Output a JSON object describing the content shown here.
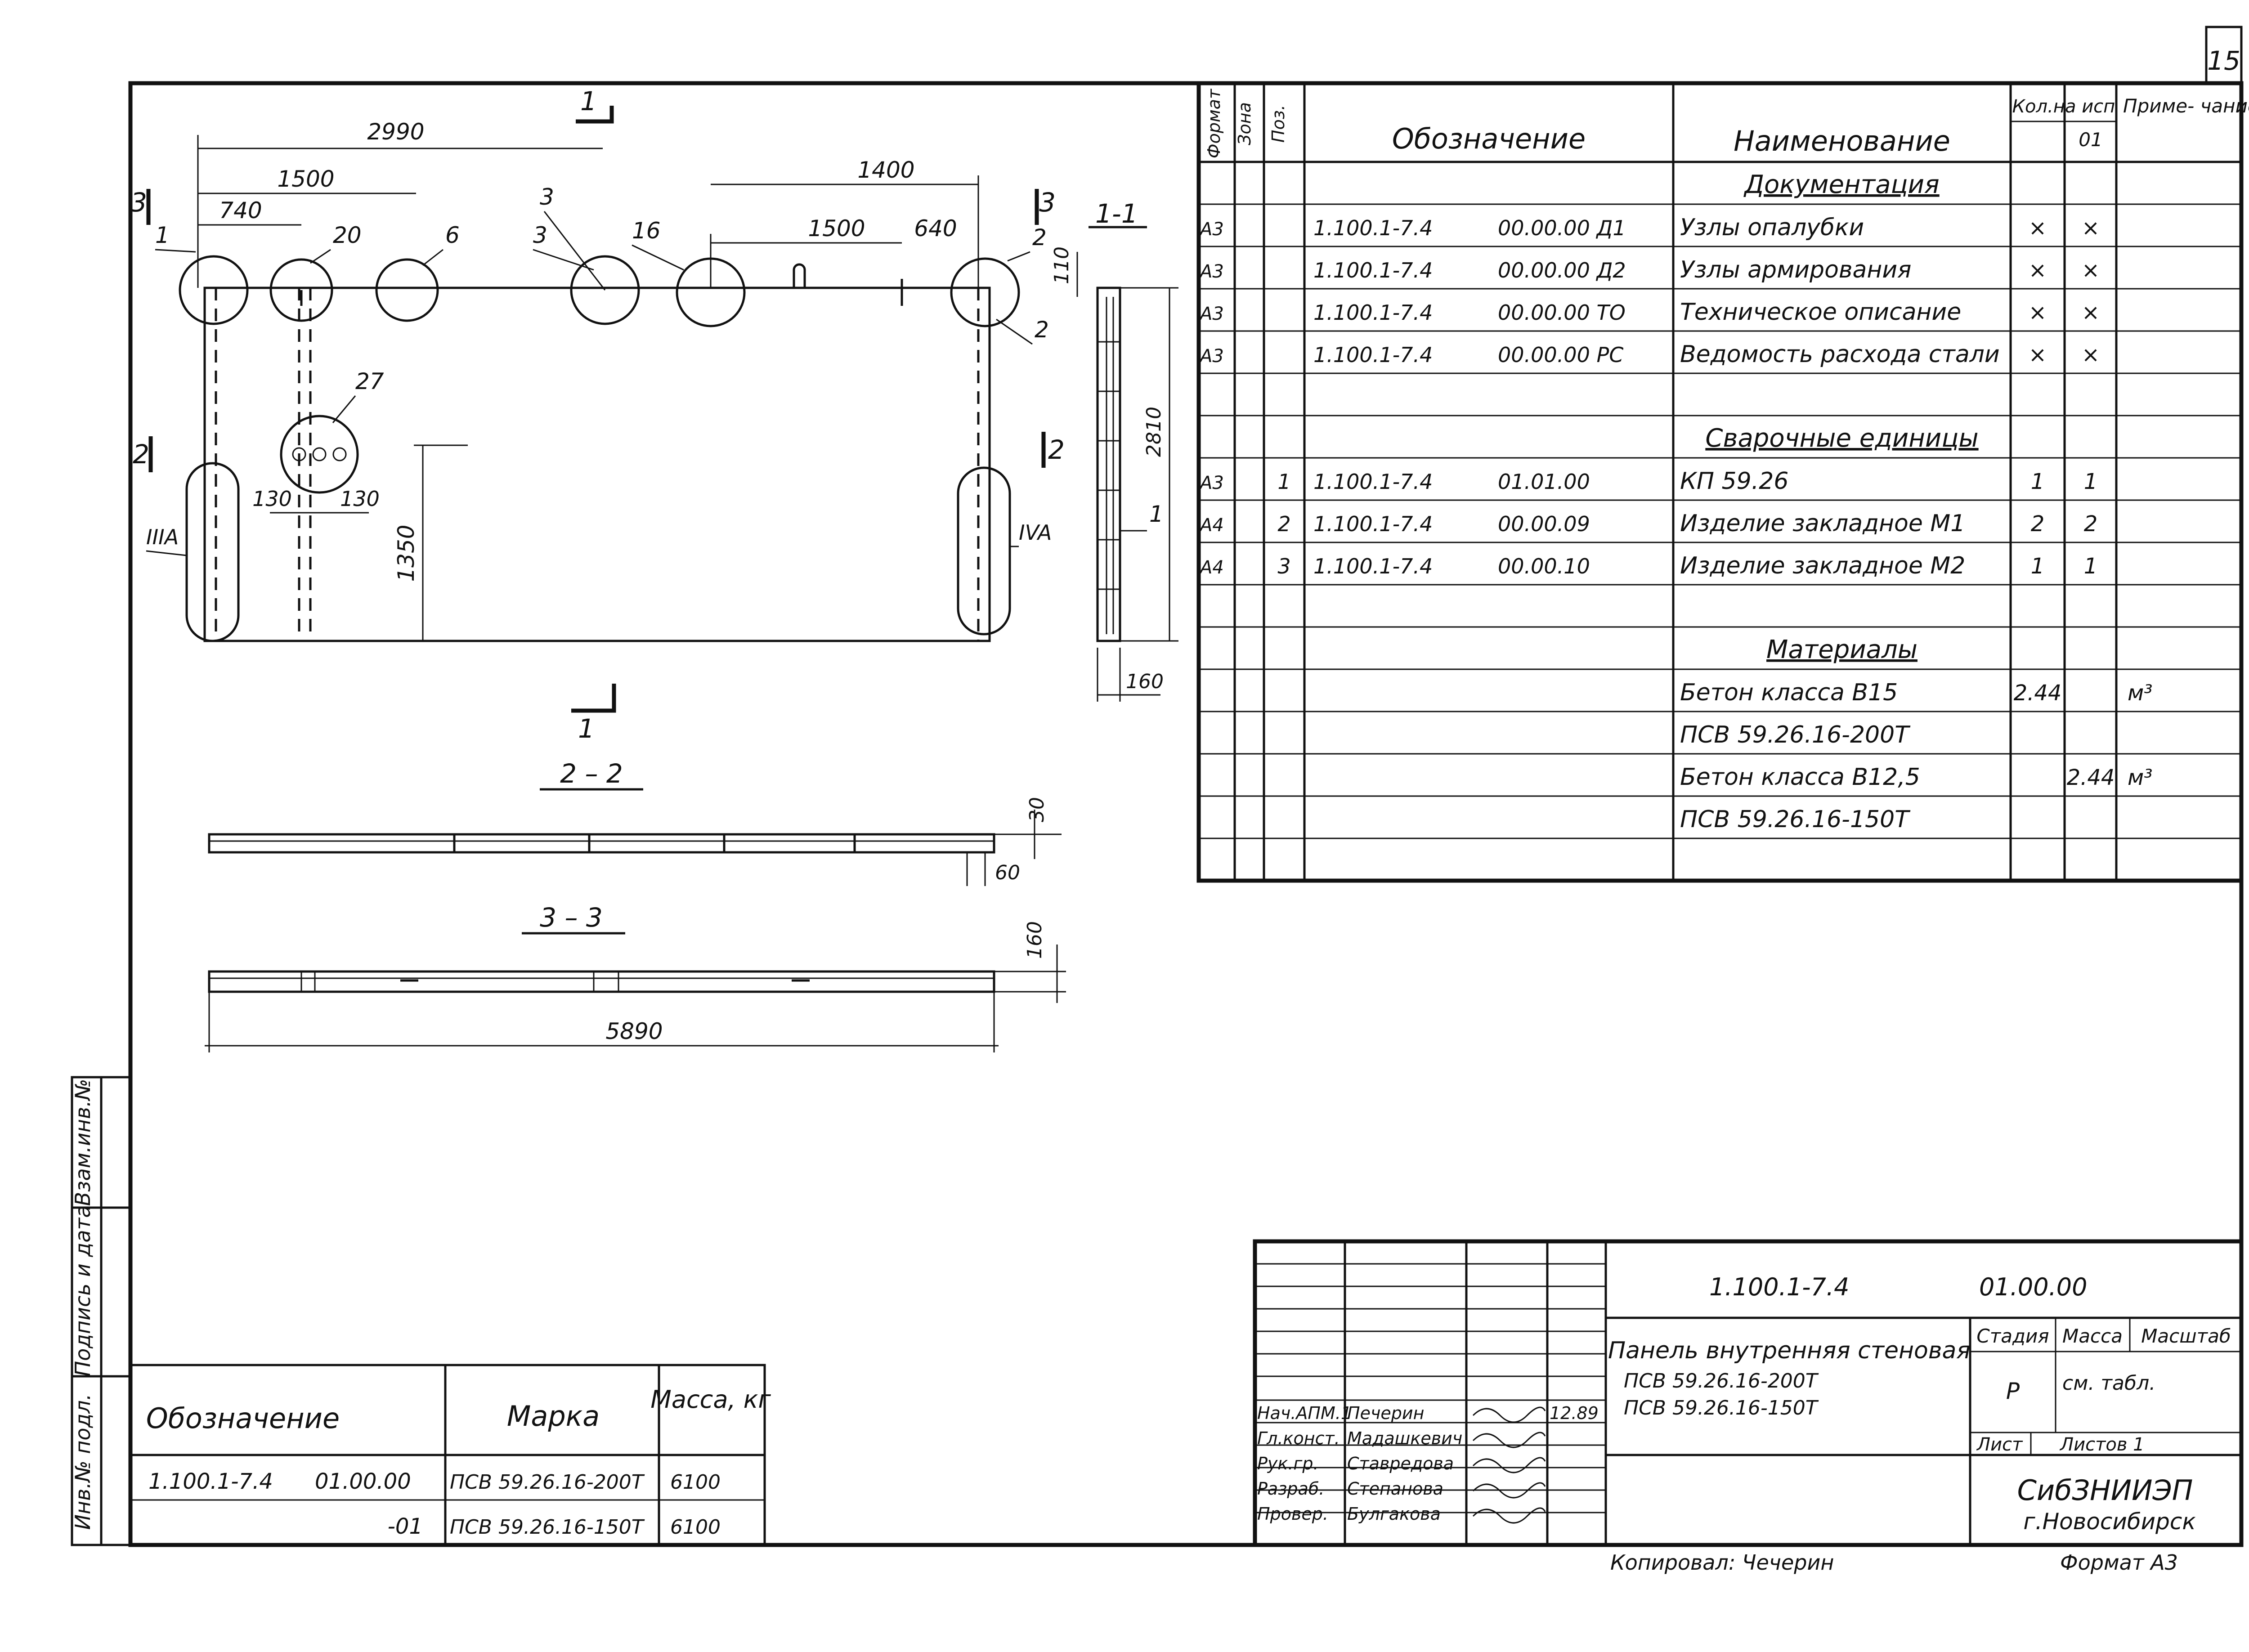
{
  "sheet_number": "15",
  "drawing": {
    "section_marks": {
      "s1_top": "1",
      "s1_bottom": "1",
      "s3_left": "3",
      "s3_right": "3",
      "s2_left": "2",
      "s2_right": "2"
    },
    "dimensions": {
      "d2990": "2990",
      "d1500a": "1500",
      "d740": "740",
      "d1400": "1400",
      "d1500b": "1500",
      "d640": "640",
      "d110": "110",
      "d2810": "2810",
      "d1350": "1350",
      "d130a": "130",
      "d130b": "130",
      "d160a": "160",
      "d30": "30",
      "d60": "60",
      "d160b": "160",
      "d5890": "5890"
    },
    "callouts": {
      "c1": "1",
      "c20": "20",
      "c6": "6",
      "c3a": "3",
      "c3b": "3",
      "c16": "16",
      "c2a": "2",
      "c2b": "2",
      "c27": "27",
      "c1side": "1",
      "nodeIIIA": "IIIA",
      "nodeIVA": "IVA"
    },
    "section_titles": {
      "s11": "1-1",
      "s22": "2 – 2",
      "s33": "3 – 3"
    }
  },
  "spec_table": {
    "headers": {
      "format": "Формат",
      "zone": "Зона",
      "pos": "Поз.",
      "designation": "Обозначение",
      "name": "Наименование",
      "qty": "Кол.на исп",
      "qty_01": "01",
      "note": "Приме- чание"
    },
    "rows": [
      {
        "format": "",
        "pos": "",
        "code": "",
        "sub": "",
        "name": "Документация",
        "q1": "",
        "q2": "",
        "note": "",
        "header": true
      },
      {
        "format": "А3",
        "pos": "",
        "code": "1.100.1-7.4",
        "sub": "00.00.00 Д1",
        "name": "Узлы опалубки",
        "q1": "×",
        "q2": "×",
        "note": ""
      },
      {
        "format": "А3",
        "pos": "",
        "code": "1.100.1-7.4",
        "sub": "00.00.00 Д2",
        "name": "Узлы армирования",
        "q1": "×",
        "q2": "×",
        "note": ""
      },
      {
        "format": "А3",
        "pos": "",
        "code": "1.100.1-7.4",
        "sub": "00.00.00 ТО",
        "name": "Техническое описание",
        "q1": "×",
        "q2": "×",
        "note": ""
      },
      {
        "format": "А3",
        "pos": "",
        "code": "1.100.1-7.4",
        "sub": "00.00.00 РС",
        "name": "Ведомость расхода стали",
        "q1": "×",
        "q2": "×",
        "note": ""
      },
      {
        "format": "",
        "pos": "",
        "code": "",
        "sub": "",
        "name": "",
        "q1": "",
        "q2": "",
        "note": ""
      },
      {
        "format": "",
        "pos": "",
        "code": "",
        "sub": "",
        "name": "Сварочные единицы",
        "q1": "",
        "q2": "",
        "note": "",
        "header": true
      },
      {
        "format": "А3",
        "pos": "1",
        "code": "1.100.1-7.4",
        "sub": "01.01.00",
        "name": "КП 59.26",
        "q1": "1",
        "q2": "1",
        "note": ""
      },
      {
        "format": "А4",
        "pos": "2",
        "code": "1.100.1-7.4",
        "sub": "00.00.09",
        "name": "Изделие закладное М1",
        "q1": "2",
        "q2": "2",
        "note": ""
      },
      {
        "format": "А4",
        "pos": "3",
        "code": "1.100.1-7.4",
        "sub": "00.00.10",
        "name": "Изделие закладное М2",
        "q1": "1",
        "q2": "1",
        "note": ""
      },
      {
        "format": "",
        "pos": "",
        "code": "",
        "sub": "",
        "name": "",
        "q1": "",
        "q2": "",
        "note": ""
      },
      {
        "format": "",
        "pos": "",
        "code": "",
        "sub": "",
        "name": "Материалы",
        "q1": "",
        "q2": "",
        "note": "",
        "header": true
      },
      {
        "format": "",
        "pos": "",
        "code": "",
        "sub": "",
        "name": "Бетон класса В15",
        "q1": "2.44",
        "q2": "",
        "note": "м³"
      },
      {
        "format": "",
        "pos": "",
        "code": "",
        "sub": "",
        "name": "ПСВ 59.26.16-200Т",
        "q1": "",
        "q2": "",
        "note": ""
      },
      {
        "format": "",
        "pos": "",
        "code": "",
        "sub": "",
        "name": "Бетон класса В12,5",
        "q1": "",
        "q2": "2.44",
        "note": "м³"
      },
      {
        "format": "",
        "pos": "",
        "code": "",
        "sub": "",
        "name": "ПСВ 59.26.16-150Т",
        "q1": "",
        "q2": "",
        "note": ""
      },
      {
        "format": "",
        "pos": "",
        "code": "",
        "sub": "",
        "name": "",
        "q1": "",
        "q2": "",
        "note": ""
      }
    ]
  },
  "marks_table": {
    "headers": {
      "designation": "Обозначение",
      "mark": "Марка",
      "mass": "Масса, кг"
    },
    "rows": [
      {
        "code": "1.100.1-7.4",
        "sub": "01.00.00",
        "mark": "ПСВ 59.26.16-200Т",
        "mass": "6100"
      },
      {
        "code": "",
        "sub": "-01",
        "mark": "ПСВ 59.26.16-150Т",
        "mass": "6100"
      }
    ]
  },
  "side_stamp": {
    "inv_orig": "Инв.№ подл.",
    "sign_date": "Подпись и дата",
    "vzam": "Взам.инв.№"
  },
  "title_block": {
    "doc_code": "1.100.1-7.4",
    "doc_sub": "01.00.00",
    "title_line1": "Панель внутренняя стеновая",
    "title_line2": "ПСВ 59.26.16-200Т",
    "title_line3": "ПСВ 59.26.16-150Т",
    "stage_h": "Стадия",
    "mass_h": "Масса",
    "scale_h": "Масштаб",
    "stage": "Р",
    "mass": "см. табл.",
    "sheet_h": "Лист",
    "sheets_h": "Листов 1",
    "org": "СибЗНИИЭП",
    "city": "г.Новосибирск",
    "signatures": [
      {
        "role": "Нач.АПМ.1",
        "name": "Печерин",
        "date": "12.89"
      },
      {
        "role": "Гл.конст.",
        "name": "Мадашкевич",
        "date": ""
      },
      {
        "role": "Рук.гр.",
        "name": "Ставредова",
        "date": ""
      },
      {
        "role": "Разраб.",
        "name": "Степанова",
        "date": ""
      },
      {
        "role": "Провер.",
        "name": "Булгакова",
        "date": ""
      }
    ]
  },
  "copied_by": "Копировал: Чечерин",
  "format_label": "Формат А3"
}
